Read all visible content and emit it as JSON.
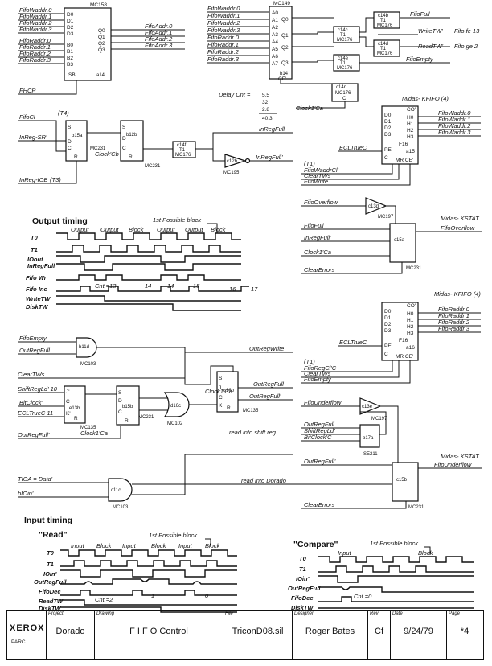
{
  "title_block": {
    "company": "XEROX",
    "division": "PARC",
    "project_caption": "Project",
    "project": "Dorado",
    "drawing_caption": "Drawing",
    "drawing": "F I F O Control",
    "file_caption": "File",
    "file": "TriconD08.sil",
    "designer_caption": "Designer",
    "designer": "Roger Bates",
    "rev_caption": "Rev",
    "rev": "Cf",
    "date_caption": "Date",
    "date": "9/24/79",
    "page_caption": "Page",
    "page": "*4"
  },
  "mux": {
    "chip": "MC158",
    "ref": "a14",
    "inputs_a": [
      "FifoWaddr.0",
      "FifoWaddr.1",
      "FifoWaddr.2",
      "FifoWaddr.3"
    ],
    "inputs_b": [
      "FifoRaddr.0",
      "FifoRaddr.1",
      "FifoRaddr.2",
      "FifoRaddr.3"
    ],
    "outputs": [
      "FifoAddr.0",
      "FifoAddr.1",
      "FifoAddr.2",
      "FifoAddr.3"
    ],
    "select": "FHCP",
    "pins_a": [
      "D0",
      "D1",
      "D2",
      "D3"
    ],
    "pins_b": [
      "B0",
      "B1",
      "B2",
      "B3"
    ],
    "pins_q": [
      "Q0",
      "Q1",
      "Q2",
      "Q3"
    ],
    "sb": "SB"
  },
  "comparator": {
    "chip": "MC149",
    "ref": "b14",
    "inputs": [
      "FifoWaddr.0",
      "FifoWaddr.1",
      "FifoWaddr.2",
      "FifoWaddr.3",
      "FifoRaddr.0",
      "FifoRaddr.1",
      "FifoRaddr.2",
      "FifoRaddr.3"
    ],
    "pins": [
      "A0",
      "A1",
      "A2",
      "A3",
      "A4",
      "A5",
      "A6",
      "A7"
    ],
    "outs": [
      "Q0",
      "Q1",
      "Q2",
      "Q3"
    ],
    "ce": "CE'",
    "delay_label": "Delay Cnt =",
    "delay_vals": [
      "5.5",
      "32",
      "2.8",
      "40.3"
    ]
  },
  "flops_top": [
    {
      "ref": "c14b",
      "chip": "MC176",
      "t": "T1",
      "out": "FifoFull"
    },
    {
      "ref": "c14c",
      "chip": "MC176",
      "t": "T1",
      "out": "WriteTW'"
    },
    {
      "ref": "c14d",
      "chip": "MC176",
      "t": "T1",
      "out": "ReadTW'"
    },
    {
      "ref": "c14e",
      "chip": "MC176",
      "t": "T1",
      "out": "FifoEmpty"
    },
    {
      "ref": "c14n",
      "chip": "MC176",
      "t": "C",
      "out": ""
    }
  ],
  "notes_top": [
    "Fifo fe 13",
    "Fifo ge 2"
  ],
  "clock": "Clock1'Ca",
  "kfifo1": {
    "title": "Midas- KFIFO (4)",
    "ref": "a15",
    "part": "F16",
    "outputs": [
      "FifoWaddr.0",
      "FifoWaddr.1",
      "FifoWaddr.2",
      "FifoWaddr.3"
    ],
    "t": "(T1)",
    "inputs": [
      "FifoWaddrCl'",
      "ClearTWs",
      "FifoWrite"
    ],
    "clk": "ECLTrueC",
    "pins_left": [
      "D0",
      "D1",
      "D2",
      "D3",
      "PE'",
      "C"
    ],
    "pins_right": [
      "CO'",
      "H0",
      "H1",
      "H2",
      "H3",
      "MR CE'"
    ]
  },
  "kstat1": {
    "title": "Midas- KSTAT",
    "in_gate": "FifoOverflow",
    "gate": "c13d",
    "gate_chip": "MC197",
    "inputs": [
      "FifoFull",
      "InRegFull'",
      "Clock1'Ca"
    ],
    "ref": "c15a",
    "chip": "MC231",
    "out": "FifoOverflow",
    "clear": "ClearErrors"
  },
  "kfifo2": {
    "title": "Midas- KFIFO (4)",
    "ref": "a16",
    "part": "F16",
    "outputs": [
      "FifoRaddr.0",
      "FifoRaddr.1",
      "FifoRaddr.2",
      "FifoRaddr.3"
    ],
    "t": "(T1)",
    "inputs": [
      "FifoRegCl'C",
      "ClearTWs",
      "FifoEmpty"
    ],
    "clk": "ECLTrueC",
    "pins_left": [
      "D0",
      "D1",
      "D2",
      "D3",
      "PE'",
      "C"
    ],
    "pins_right": [
      "CO'",
      "H0",
      "H1",
      "H2",
      "H3",
      "MR CE'"
    ]
  },
  "kstat2": {
    "title": "Midas- KSTAT",
    "in_gate": "FifoUnderflow",
    "gate": "c13e",
    "gate_chip": "MC197",
    "inputs": [
      "OutRegFull",
      "ShiftRegLd'",
      "BitClock'C"
    ],
    "sub_ref": "b17a",
    "sub_chip": "SE211",
    "reg_input": "OutRegFull'",
    "ref": "c15b",
    "chip": "MC231",
    "out": "FifoUnderflow",
    "clear": "ClearErrors"
  },
  "fifo_in": {
    "t4": "(T4)",
    "t3": "(T3)",
    "inputs": [
      "FifoCl",
      "InReg-SR'",
      "InReg-IOB"
    ],
    "flop1": {
      "ref": "b15a",
      "chip": "MC231"
    },
    "flop2": {
      "ref": "b12b",
      "chip": "MC231"
    },
    "clk": "Clock'Cb",
    "flop3": {
      "ref": "c14f",
      "chip": "MC176",
      "t": "T1"
    },
    "gate": {
      "ref": "c12b",
      "chip": "MC195"
    },
    "outputs": [
      "InRegFull",
      "InRegFull'"
    ]
  },
  "output_timing": {
    "title": "Output timing",
    "first_block": "1st Possible block",
    "phases": [
      "Output",
      "Output",
      "Block",
      "Output",
      "Output",
      "Block"
    ],
    "signals": [
      "T0",
      "T1",
      "IOout",
      "InRegFull",
      "Fifo Wr",
      "Fifo Inc",
      "WriteTW",
      "DiskTW"
    ],
    "counts": [
      "Cnt =13",
      "14",
      "14",
      "15",
      "16",
      "17"
    ]
  },
  "out_section": {
    "gate1": {
      "ref": "b11d",
      "chip": "MC103",
      "inputs": [
        "FifoEmpty",
        "OutRegFull"
      ],
      "out": "OutRegWrite'"
    },
    "inputs": [
      "ClearTWs",
      "ShiftRegLd' 10",
      "BitClock'",
      "ECLTrueC 11",
      "OutRegFull'"
    ],
    "flop1": {
      "ref": "e13b",
      "chip": "MC135"
    },
    "flop2": {
      "ref": "b15b",
      "chip": "MC231"
    },
    "clk1": "Clock1'Ca",
    "gate2": {
      "ref": "d16c",
      "chip": "MC102"
    },
    "flop3": {
      "ref": "c16b",
      "chip": "MC135"
    },
    "clk2": "Clock1'Ca",
    "outputs": [
      "OutRegFull",
      "OutRegFull'"
    ],
    "note1": "read into shift reg",
    "gate3": {
      "ref": "c11c",
      "chip": "MC103",
      "inputs": [
        "TIOA = Data'",
        "bIOin'"
      ]
    },
    "note2": "read into Dorado"
  },
  "input_timing": {
    "title": "Input timing",
    "read": {
      "title": "\"Read\"",
      "first_block": "1st Possible block",
      "phases": [
        "Input",
        "Block",
        "Input",
        "Block",
        "Input",
        "Block"
      ],
      "signals": [
        "T0",
        "T1",
        "IOin'",
        "OutRegFull",
        "FifoDec",
        "ReadTW",
        "DiskTW"
      ],
      "counts": [
        "Cnt =2",
        "1",
        "0"
      ]
    },
    "compare": {
      "title": "\"Compare\"",
      "first_block": "1st Possible block",
      "phases": [
        "Input",
        "Block"
      ],
      "signals": [
        "T0",
        "T1",
        "IOin'",
        "OutRegFull",
        "FifoDec",
        "DiskTW"
      ],
      "counts": [
        "Cnt =0"
      ]
    }
  }
}
